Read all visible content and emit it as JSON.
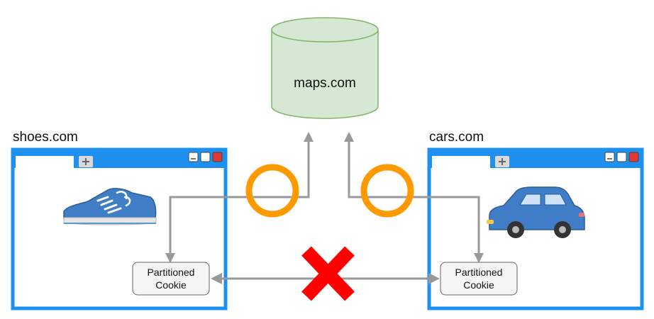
{
  "database": {
    "label": "maps.com",
    "fill_color": "#d5e8d4",
    "stroke_color": "#82b366"
  },
  "left_site": {
    "label": "shoes.com",
    "cookie_line1": "Partitioned",
    "cookie_line2": "Cookie",
    "icon": "sneaker-icon"
  },
  "right_site": {
    "label": "cars.com",
    "cookie_line1": "Partitioned",
    "cookie_line2": "Cookie",
    "icon": "car-icon"
  },
  "colors": {
    "browser_frame": "#1e90f0",
    "arrow": "#999999",
    "allowed_ring": "#ff9900",
    "blocked_cross": "#ff0000",
    "cookie_box_fill": "#f5f5f5",
    "window_close": "#e53935"
  }
}
